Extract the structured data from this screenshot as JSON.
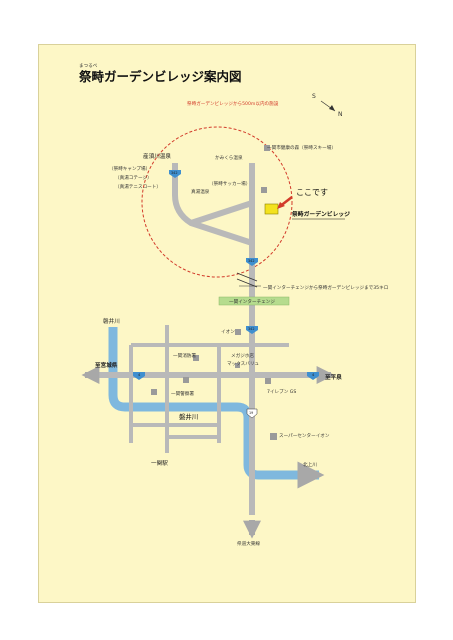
{
  "title": {
    "ruby": "まつるべ",
    "text": "祭畤ガーデンビレッジ案内図"
  },
  "compass": {
    "south": "S",
    "north": "N"
  },
  "radius_note": "祭畤ガーデンビレッジから500m以内の施設",
  "here": {
    "label": "ここです",
    "name": "祭畤ガーデンビレッジ"
  },
  "places": {
    "onsen": "産須川温泉",
    "camp": "（祭畤キャンプ場）",
    "manyu_cottage": "（真湯コテージ）",
    "manyu_tennis": "（真湯テニスコート）",
    "manyu_onsen": "真湯温泉",
    "kamikura": "かみくら温泉",
    "soccer": "（祭畤サッカー場）",
    "forest": "一関市健康の森（祭畤スキー場）",
    "ic": "一関インターチェンジ",
    "ic_note": "一関インターチェンジから祭畤ガーデンビレッジまで35キロ",
    "ion": "イオン",
    "fire": "一関消防署",
    "police": "一関警察署",
    "shop1": "メガジホ店",
    "shop2": "マックスバリュ",
    "gs": "7イレブン GS",
    "super": "スーパーセンターイオン",
    "station": "一関駅"
  },
  "directions": {
    "iwaigawa_top": "磐井川",
    "miyagi": "至宮城県",
    "hiraizumi": "至平泉",
    "kitakami": "北上川",
    "kenkyo": "県道大東線"
  },
  "river": "磐井川",
  "route_numbers": {
    "r342_top": "342",
    "r342_mid": "342",
    "r342_low": "342",
    "r342_left": "342",
    "n4_left": "4",
    "n4_right": "4",
    "r19": "19"
  },
  "colors": {
    "paper": "#fdf7c6",
    "road": "#b9b9b9",
    "river": "#7fb8de",
    "highway": "#b6dc8e",
    "circle": "#d23b2a",
    "marker": "#f3e21e",
    "shield": "#3f8fcf"
  }
}
